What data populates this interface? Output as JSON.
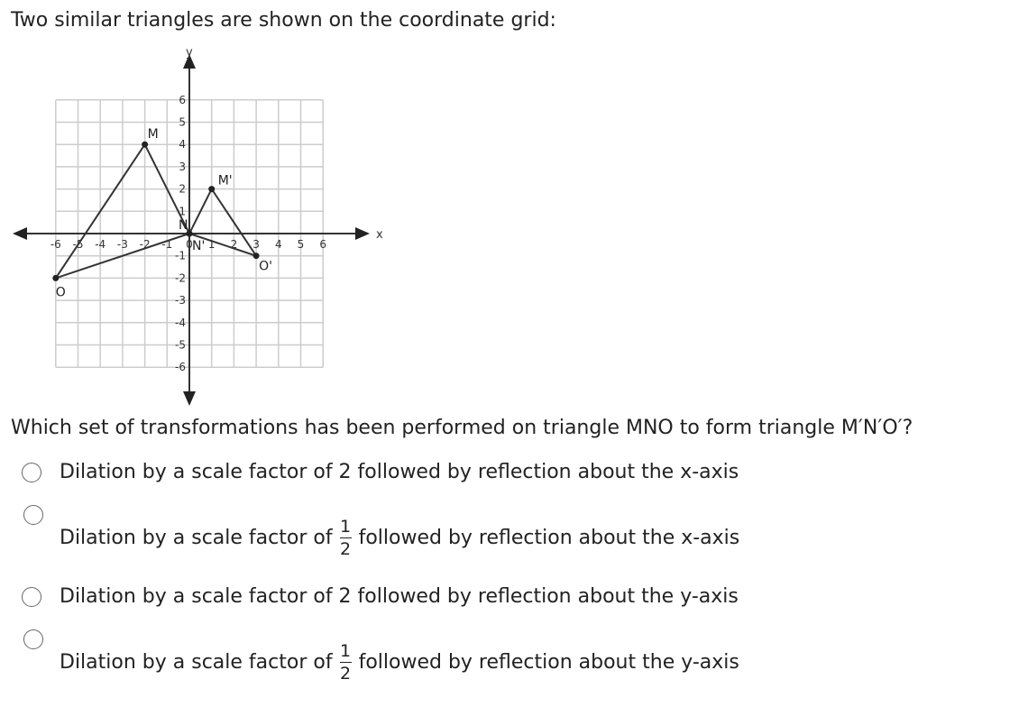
{
  "title": "Two similar triangles are shown on the coordinate grid:",
  "question": "Which set of transformations has been performed on triangle MNO to form triangle M′N′O′?",
  "graph": {
    "x_axis_label": "x",
    "y_axis_label": "y",
    "range": [
      -6,
      6
    ],
    "x_ticks": [
      "-6",
      "-5",
      "-4",
      "-3",
      "-2",
      "-1",
      "0",
      "1",
      "2",
      "3",
      "4",
      "5",
      "6"
    ],
    "y_ticks": [
      "6",
      "5",
      "4",
      "3",
      "2",
      "1",
      "-1",
      "-2",
      "-3",
      "-4",
      "-5",
      "-6"
    ],
    "triangle_MNO": {
      "M": [
        -2,
        4
      ],
      "N": [
        0,
        0
      ],
      "O": [
        -6,
        -2
      ]
    },
    "triangle_MNO_prime": {
      "M'": [
        1,
        2
      ],
      "N'": [
        0,
        0
      ],
      "O'": [
        3,
        -1
      ]
    },
    "labels": {
      "M": "M",
      "N": "N",
      "O": "O",
      "Mp": "M'",
      "Np": "N'",
      "Op": "O'"
    }
  },
  "options": [
    {
      "pre": "Dilation by a scale factor of 2 followed by reflection about the x-axis"
    },
    {
      "pre": "Dilation by a scale factor of",
      "num": "1",
      "den": "2",
      "post": "followed by reflection about the x-axis"
    },
    {
      "pre": "Dilation by a scale factor of 2 followed by reflection about the y-axis"
    },
    {
      "pre": "Dilation by a scale factor of",
      "num": "1",
      "den": "2",
      "post": "followed by reflection about the y-axis"
    }
  ]
}
